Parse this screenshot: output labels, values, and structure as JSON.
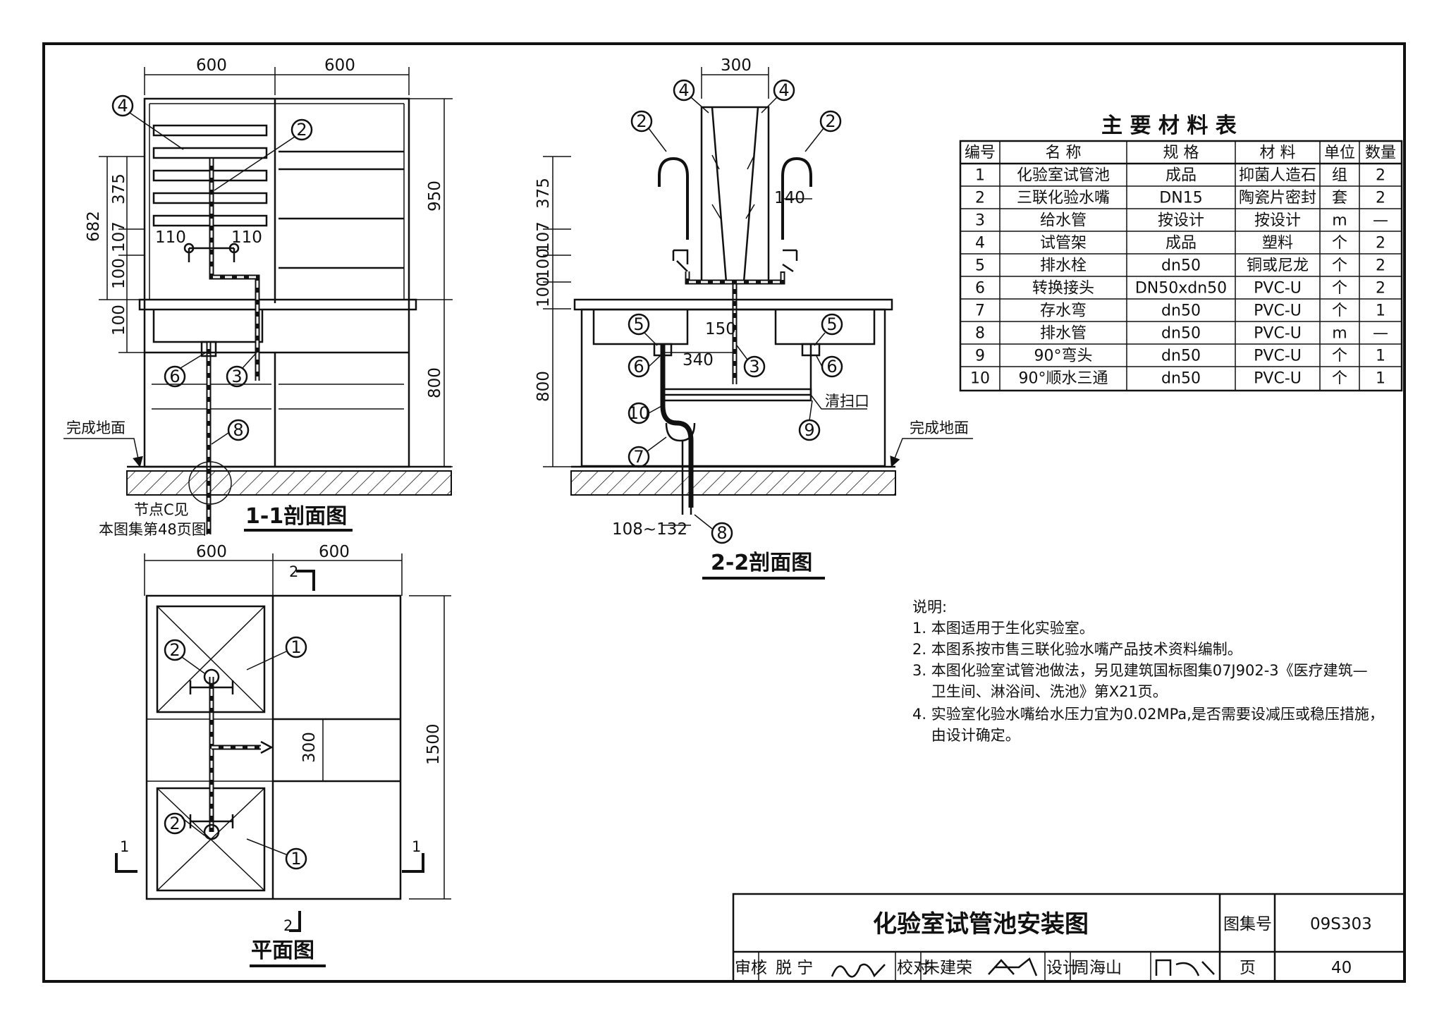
{
  "views": {
    "section_1_1": {
      "title": "1-1剖面图",
      "dims_top": [
        "600",
        "600"
      ],
      "dims_left": [
        "682",
        "375",
        "107",
        "100",
        "100"
      ],
      "dims_inner": [
        "110",
        "110"
      ],
      "dims_right": [
        "950",
        "800"
      ],
      "floor_label": "完成地面",
      "node_ref": [
        "节点C见",
        "本图集第48页图"
      ],
      "callouts": [
        "4",
        "2",
        "6",
        "3",
        "8"
      ]
    },
    "section_2_2": {
      "title": "2-2剖面图",
      "dims_top": [
        "300"
      ],
      "dims_left": [
        "375",
        "107",
        "100",
        "100",
        "800"
      ],
      "dims_inner": [
        "140",
        "150",
        "340"
      ],
      "dim_bottom": "108~132",
      "floor_label": "完成地面",
      "cleanout_label": "清扫口",
      "callouts": [
        "4",
        "4",
        "2",
        "2",
        "5",
        "5",
        "6",
        "6",
        "3",
        "10",
        "9",
        "7",
        "8"
      ]
    },
    "plan": {
      "title": "平面图",
      "dims_top": [
        "600",
        "600"
      ],
      "dim_right": "1500",
      "dim_inner": "300",
      "section_marks": [
        "2",
        "2",
        "1",
        "1"
      ],
      "callouts": [
        "1",
        "2",
        "2",
        "1"
      ]
    }
  },
  "materials_table": {
    "title": "主 要 材 料 表",
    "headers": [
      "编号",
      "名 称",
      "规 格",
      "材 料",
      "单位",
      "数量"
    ],
    "rows": [
      [
        "1",
        "化验室试管池",
        "成品",
        "抑菌人造石",
        "组",
        "2"
      ],
      [
        "2",
        "三联化验水嘴",
        "DN15",
        "陶瓷片密封",
        "套",
        "2"
      ],
      [
        "3",
        "给水管",
        "按设计",
        "按设计",
        "m",
        "—"
      ],
      [
        "4",
        "试管架",
        "成品",
        "塑料",
        "个",
        "2"
      ],
      [
        "5",
        "排水栓",
        "dn50",
        "铜或尼龙",
        "个",
        "2"
      ],
      [
        "6",
        "转换接头",
        "DN50xdn50",
        "PVC-U",
        "个",
        "2"
      ],
      [
        "7",
        "存水弯",
        "dn50",
        "PVC-U",
        "个",
        "1"
      ],
      [
        "8",
        "排水管",
        "dn50",
        "PVC-U",
        "m",
        "—"
      ],
      [
        "9",
        "90°弯头",
        "dn50",
        "PVC-U",
        "个",
        "1"
      ],
      [
        "10",
        "90°顺水三通",
        "dn50",
        "PVC-U",
        "个",
        "1"
      ]
    ]
  },
  "notes": {
    "heading": "说明:",
    "items": [
      "1. 本图适用于生化实验室。",
      "2. 本图系按市售三联化验水嘴产品技术资料编制。",
      "3. 本图化验室试管池做法，另见建筑国标图集07J902-3《医疗建筑—",
      "    卫生间、淋浴间、洗池》第X21页。",
      "4. 实验室化验水嘴给水压力宜为0.02MPa,是否需要设减压或稳压措施，",
      "    由设计确定。"
    ]
  },
  "title_block": {
    "drawing_title": "化验室试管池安装图",
    "atlas_label": "图集号",
    "atlas_no": "09S303",
    "review_label": "审核",
    "reviewer": "脱 宁",
    "check_label": "校对",
    "checker": "朱建荣",
    "design_label": "设计",
    "designer": "周海山",
    "page_label": "页",
    "page_no": "40"
  }
}
